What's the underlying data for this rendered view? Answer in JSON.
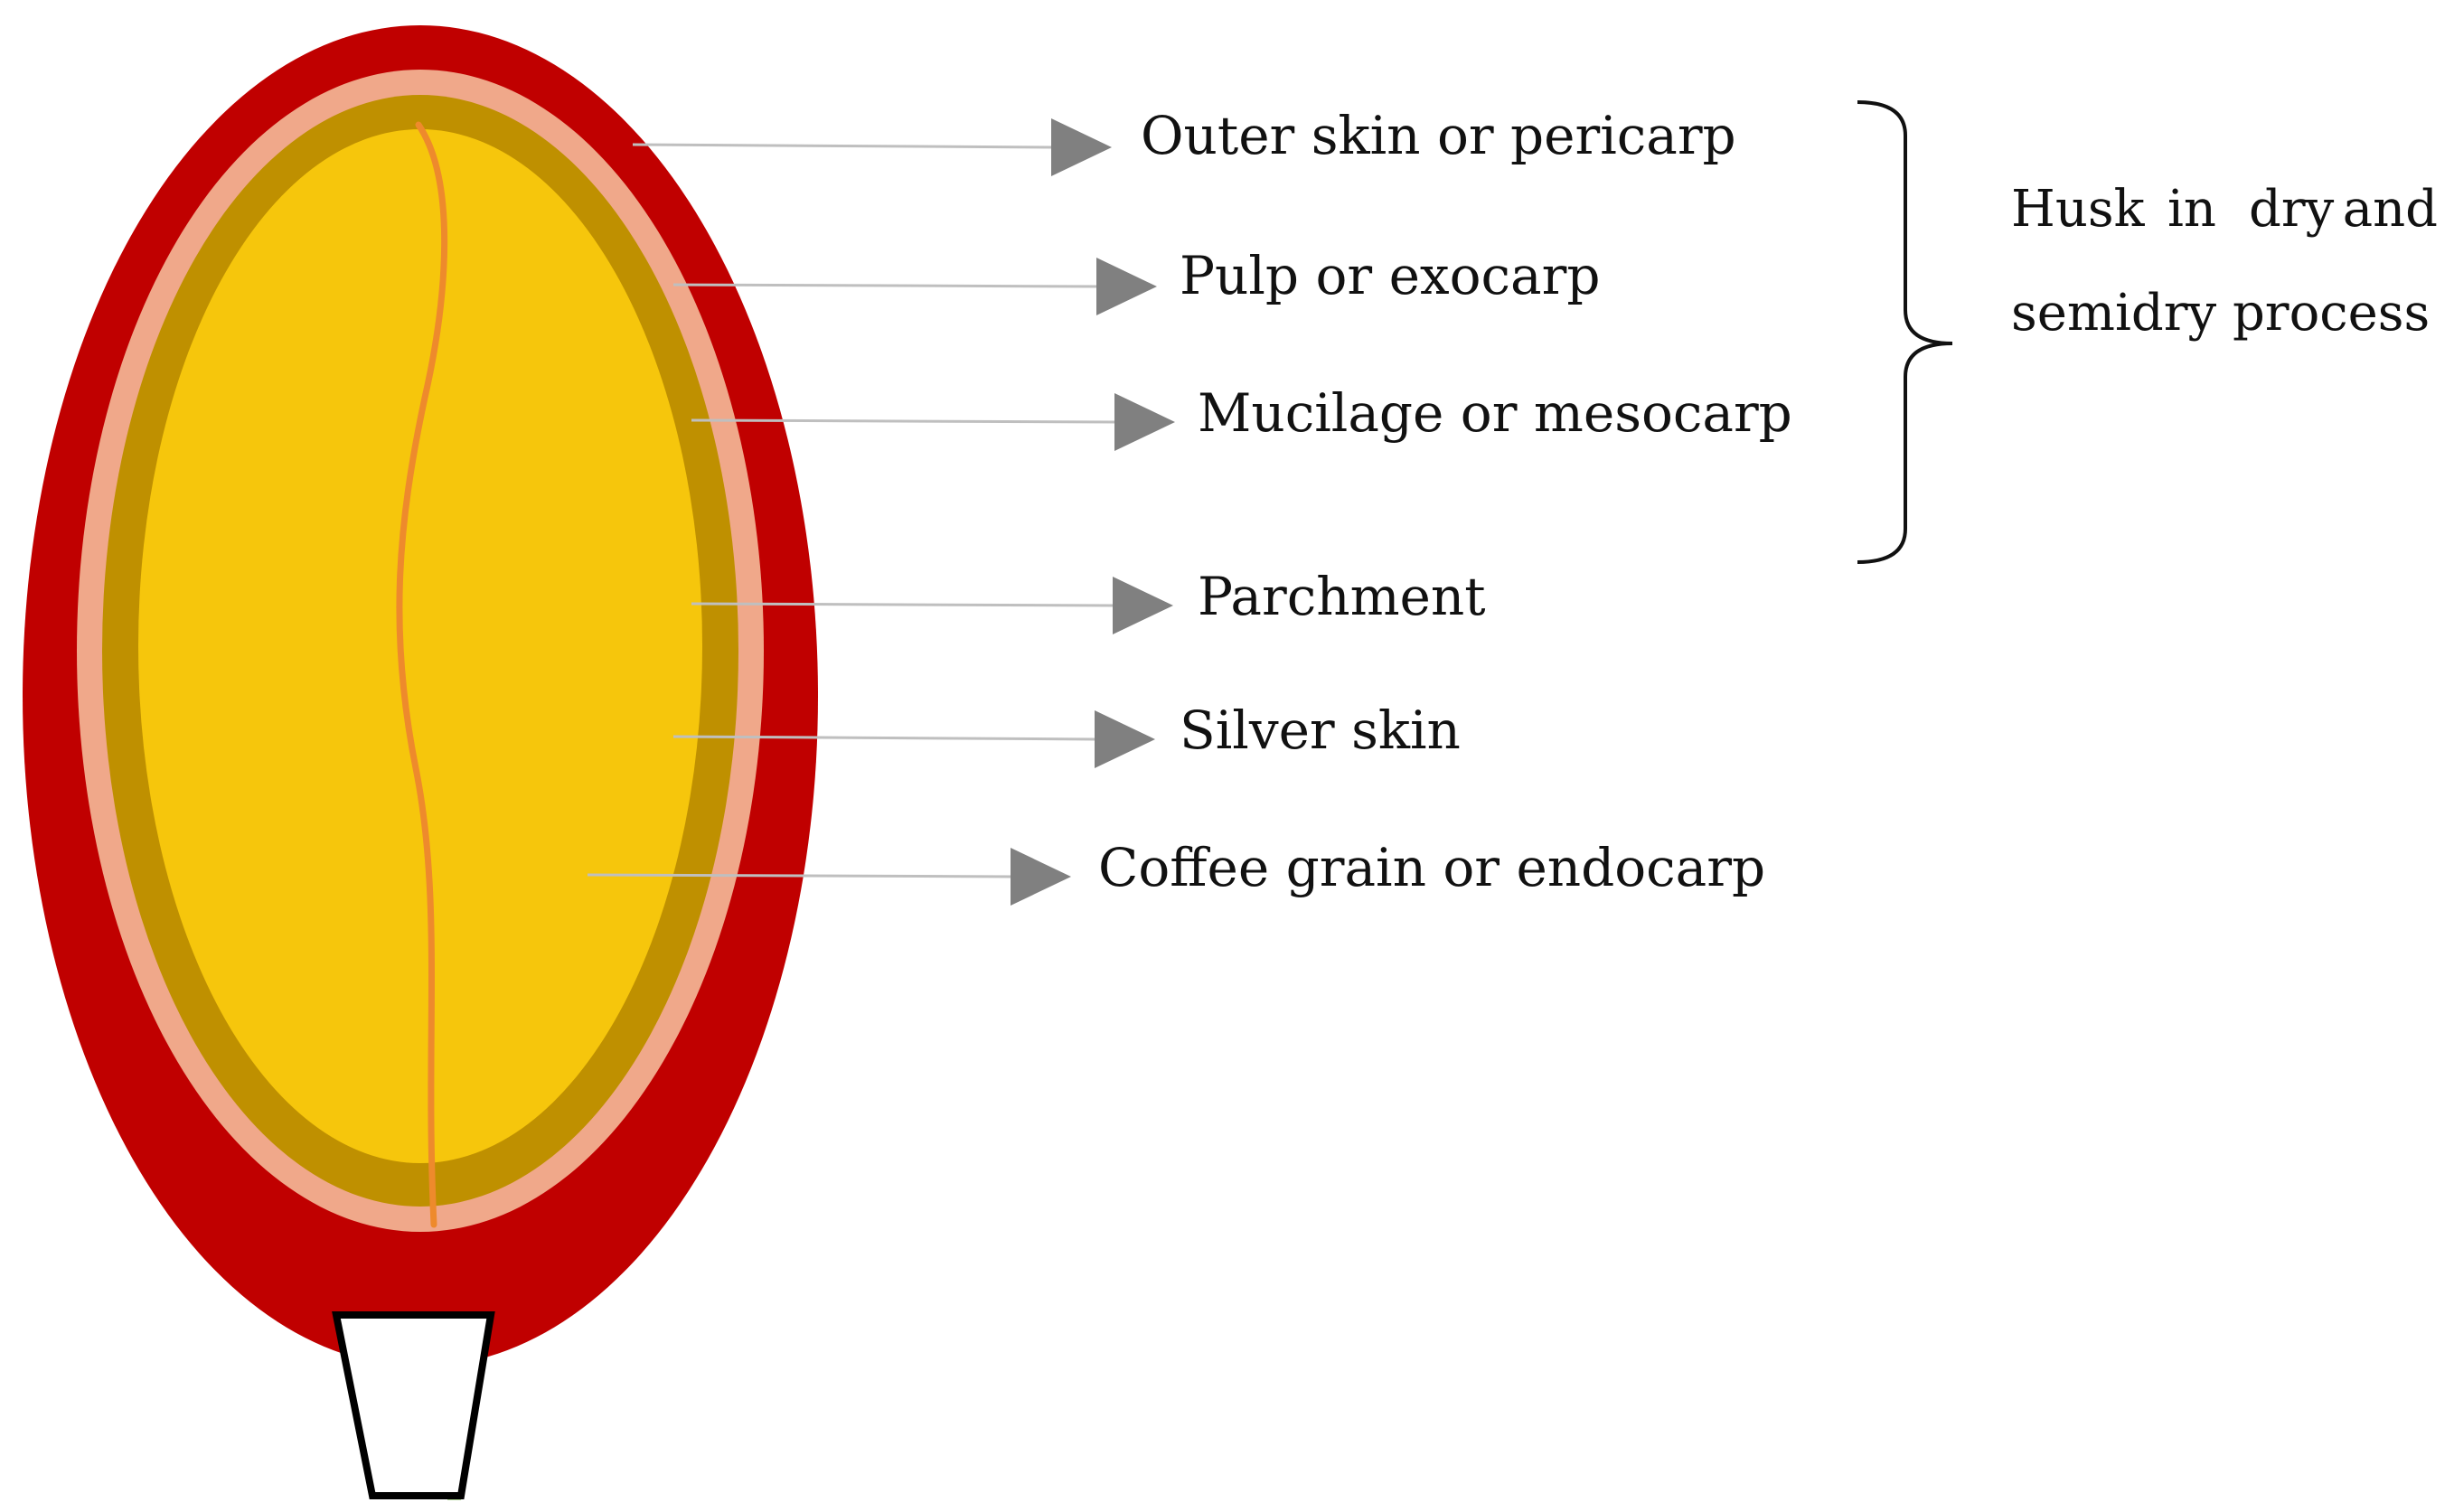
{
  "colors": {
    "outer_skin": "#C00000",
    "pulp": "#F0A88A",
    "mucilage": "#BF9000",
    "grain": "#F6C60C",
    "seam": "#EE8A2C",
    "pointer_line": "#BFBFBF",
    "arrowhead": "#808080",
    "stem_outline": "#000000",
    "stem_fill": "#FFFFFF",
    "stem_shadow": "#A9D18E"
  },
  "icons": {
    "pointer": "right-triangle-arrow",
    "group": "right-curly-brace"
  },
  "labels": [
    {
      "id": "outer-skin",
      "text": "Outer skin or pericarp"
    },
    {
      "id": "pulp",
      "text": "Pulp or exocarp"
    },
    {
      "id": "mucilage",
      "text": "Mucilage or mesocarp"
    },
    {
      "id": "parchment",
      "text": "Parchment"
    },
    {
      "id": "silver-skin",
      "text": "Silver skin"
    },
    {
      "id": "coffee-grain",
      "text": "Coffee grain or endocarp"
    }
  ],
  "husk_note": {
    "line1_words": [
      "Husk",
      "in",
      "dry",
      "and"
    ],
    "line2": "semidry process"
  }
}
